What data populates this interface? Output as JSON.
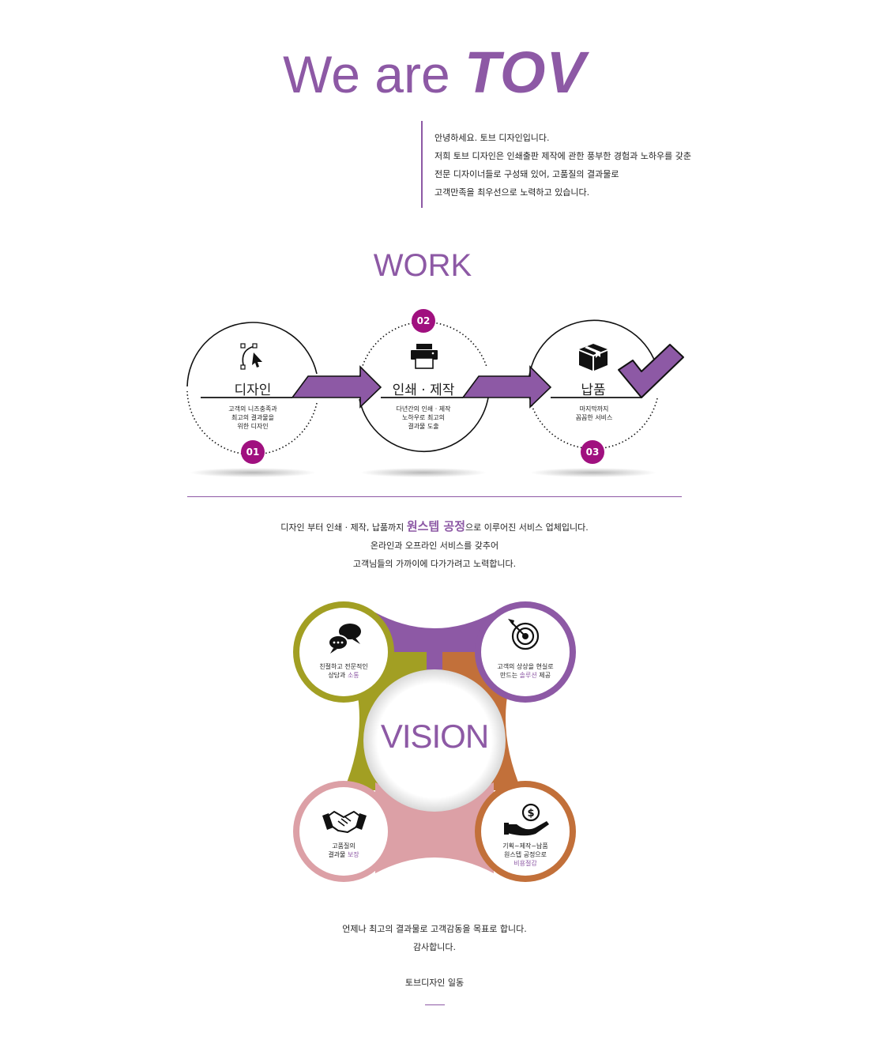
{
  "hero": {
    "title_prefix": "We are ",
    "title_brand": "TOV",
    "intro_lines": [
      "안녕하세요. 토브 디자인입니다.",
      "저희 토브 디자인은 인쇄출판 제작에 관한 풍부한 경험과 노하우를 갖춘",
      "전문 디자이너들로 구성돼 있어, 고품질의 결과물로",
      "고객만족을 최우선으로 노력하고 있습니다."
    ]
  },
  "work": {
    "title": "WORK",
    "steps": [
      {
        "badge": "01",
        "title": "디자인",
        "desc": [
          "고객의 니즈충족과",
          "최고의 결과물을",
          "위한 디자인"
        ],
        "icon": "bezier-pen-icon"
      },
      {
        "badge": "02",
        "title": "인쇄 · 제작",
        "desc": [
          "다년간의 인쇄 · 제작",
          "노하우로 최고의",
          "결과물 도출"
        ],
        "icon": "printer-icon"
      },
      {
        "badge": "03",
        "title": "납품",
        "desc": [
          "마지막까지",
          "꼼꼼한 서비스"
        ],
        "icon": "box-icon"
      }
    ],
    "summary": {
      "line1_before": "디자인 부터 인쇄 · 제작, 납품까지 ",
      "line1_highlight": "원스텝 공정",
      "line1_after": "으로 이루어진 서비스 업체입니다.",
      "line2": "온라인과 오프라인 서비스를 갖추어",
      "line3": "고객님들의 가까이에 다가가려고 노력합니다."
    }
  },
  "vision": {
    "title": "VISION",
    "items": [
      {
        "icon": "speech-bubbles-icon",
        "line1": "친절하고 전문적인",
        "line2_before": "상담과 ",
        "line2_highlight": "소통",
        "line2_after": "",
        "color": "#a29f23"
      },
      {
        "icon": "target-icon",
        "line1": "고객의 상상을 현실로",
        "line2_before": "만드는 ",
        "line2_highlight": "솔루션",
        "line2_after": " 제공",
        "color": "#8d59a5"
      },
      {
        "icon": "handshake-icon",
        "line1": "고품질의",
        "line2_before": "결과물 ",
        "line2_highlight": "보장",
        "line2_after": "",
        "color": "#dca0a6"
      },
      {
        "icon": "coin-hand-icon",
        "line1": "기획~제작~납품",
        "line2_before": "원스텝 공정으로",
        "line2_highlight": "비용절감",
        "line2_after": "",
        "color": "#c2703a"
      }
    ]
  },
  "closing": {
    "line1": "언제나 최고의 결과물로 고객감동을 목표로 합니다.",
    "line2": "감사합니다.",
    "signature": "토브디자인 일동"
  },
  "colors": {
    "accent": "#8d59a5",
    "badge": "#a0107f",
    "olive": "#a29f23",
    "orange": "#c2703a",
    "pink": "#dca0a6"
  }
}
